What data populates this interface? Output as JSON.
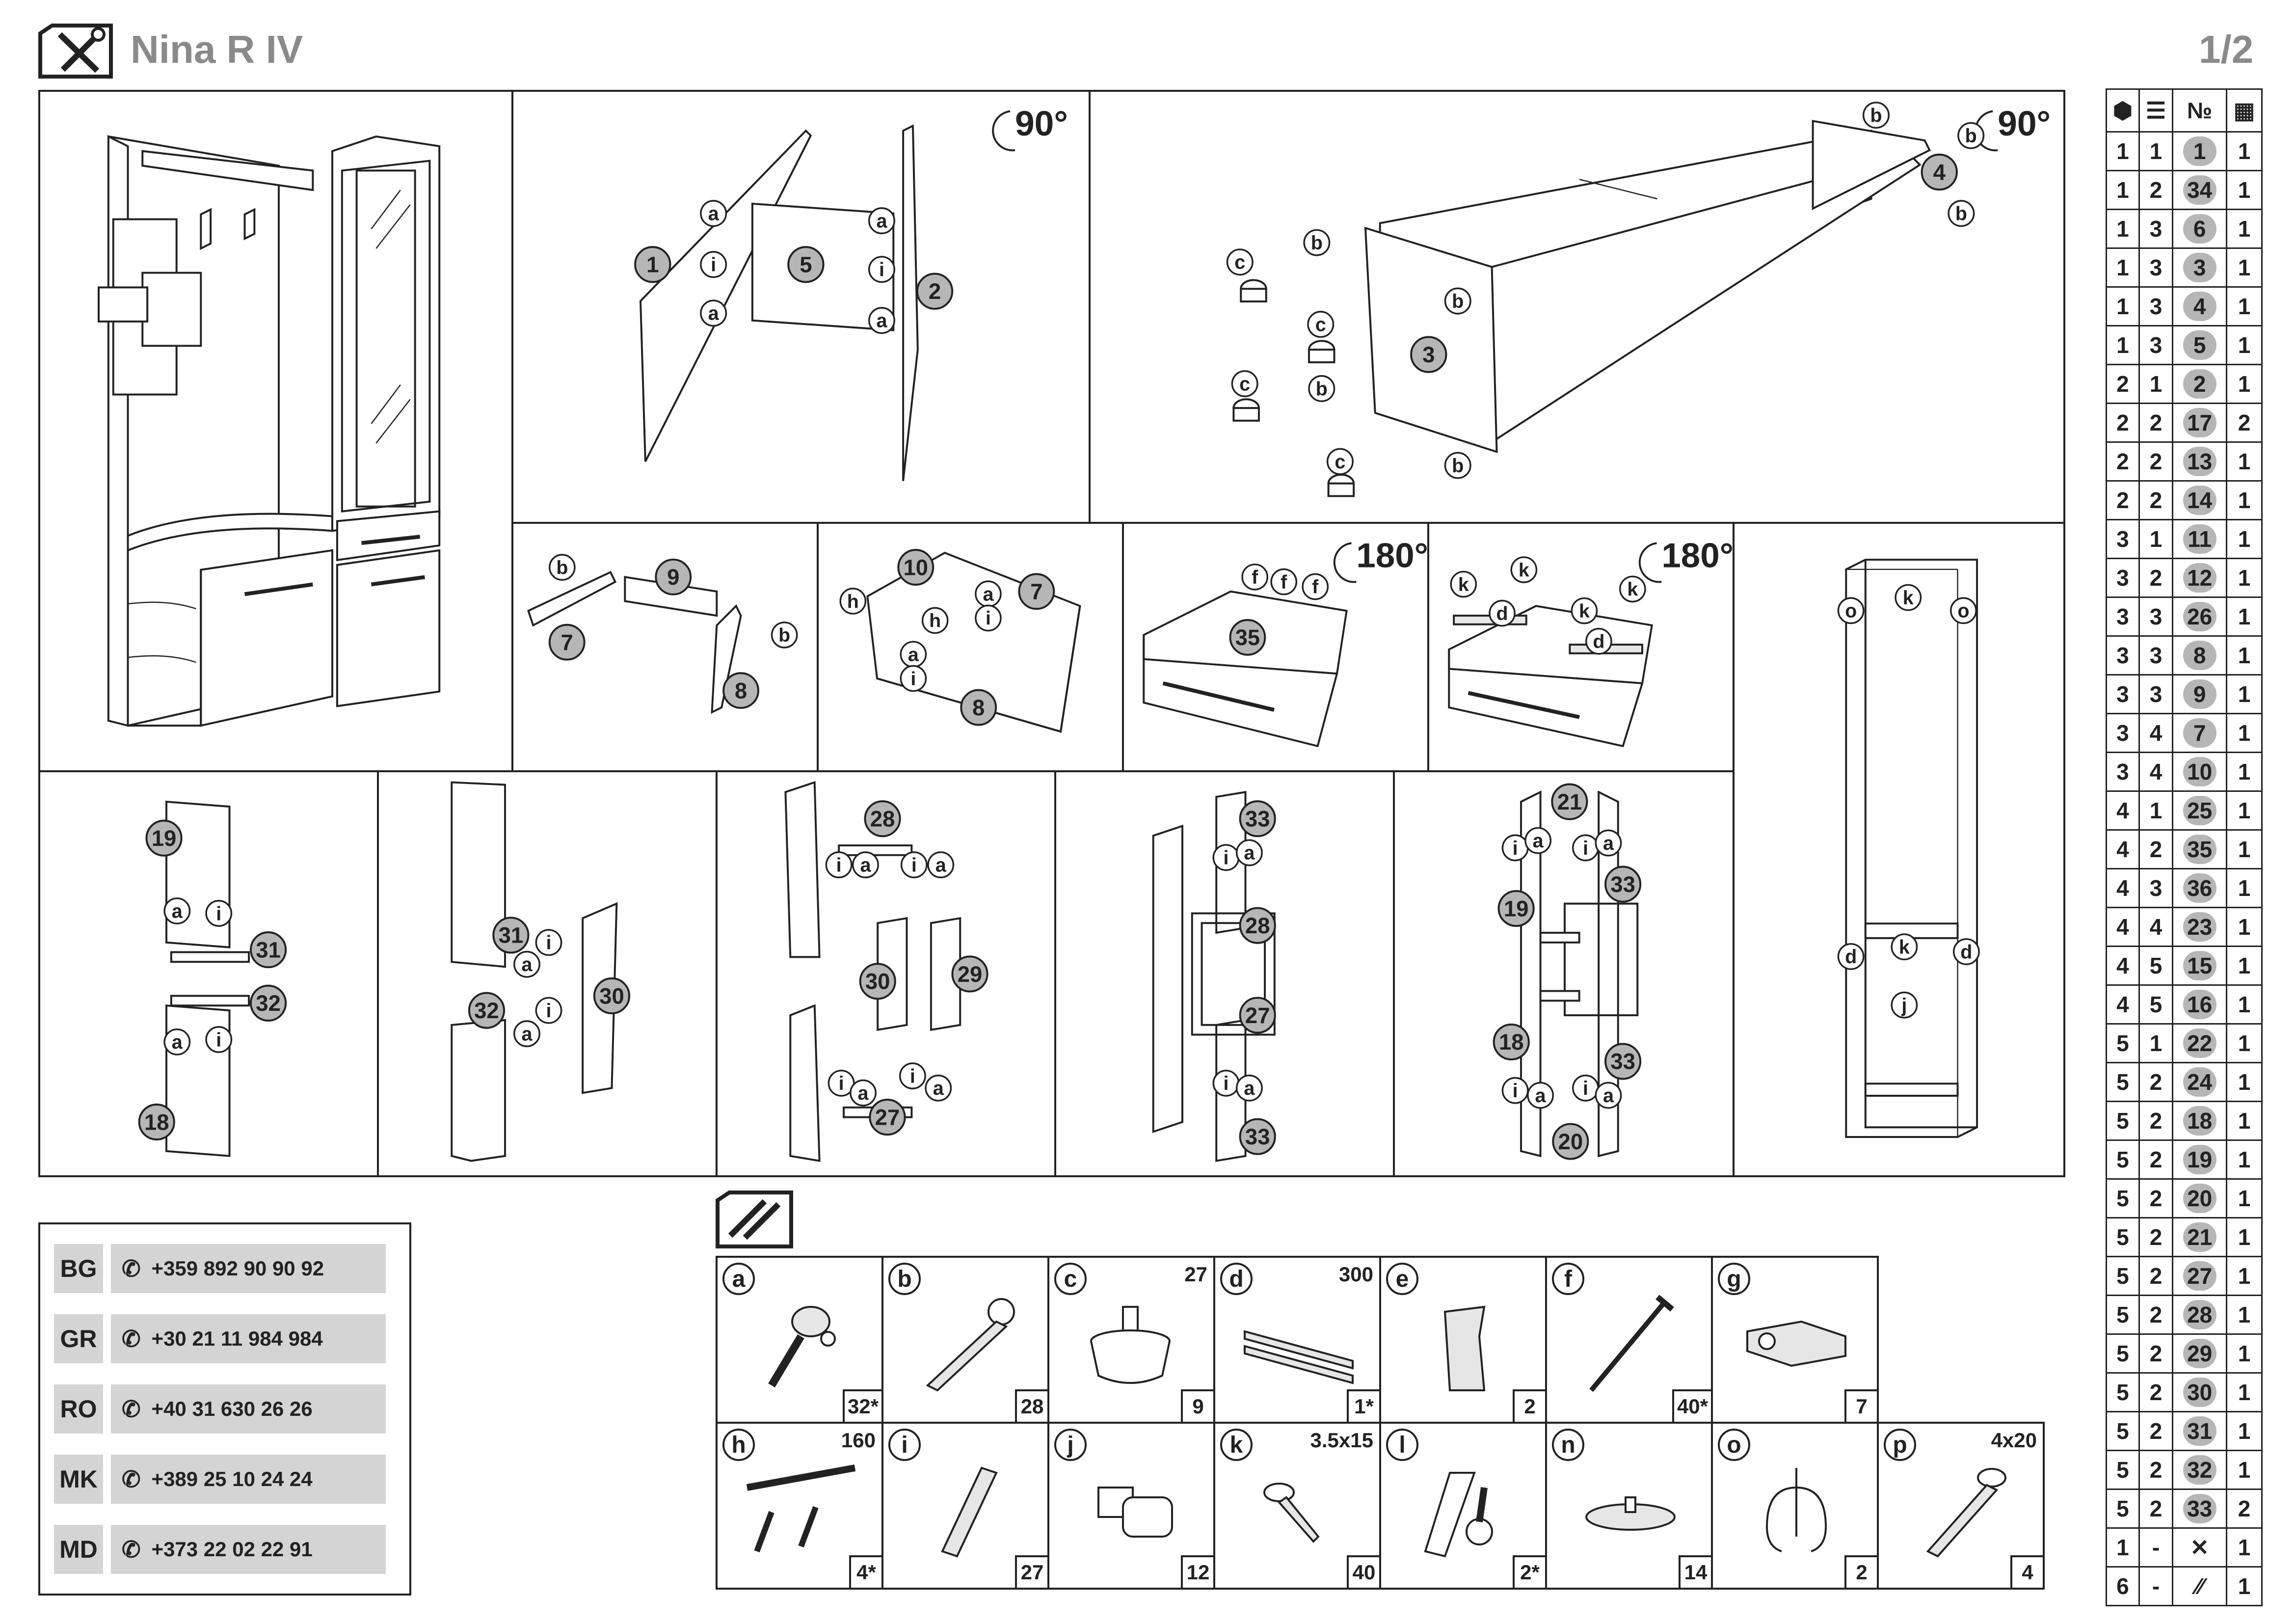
{
  "header": {
    "title": "Nina R IV",
    "page": "1/2"
  },
  "steps": {
    "s2": {
      "rotation": "90°",
      "parts": [
        "1",
        "5",
        "2"
      ],
      "hw": [
        "a",
        "i",
        "a",
        "a",
        "i",
        "a"
      ]
    },
    "s3": {
      "rotation": "90°",
      "parts": [
        "3",
        "4"
      ],
      "hw": [
        "b",
        "b",
        "b",
        "b",
        "b",
        "b",
        "b",
        "c",
        "c",
        "c",
        "c"
      ]
    },
    "s4": {
      "parts": [
        "9",
        "7",
        "8"
      ],
      "hw": [
        "b",
        "b"
      ]
    },
    "s5": {
      "parts": [
        "10",
        "7",
        "8"
      ],
      "hw": [
        "h",
        "h",
        "a",
        "i",
        "a",
        "i"
      ]
    },
    "s6": {
      "rotation": "180°",
      "parts": [
        "35"
      ],
      "hw": [
        "f",
        "f",
        "f"
      ]
    },
    "s7": {
      "rotation": "180°",
      "hw": [
        "k",
        "k",
        "k",
        "k",
        "d",
        "d"
      ]
    },
    "s8": {
      "parts": [
        "19",
        "31",
        "32",
        "18"
      ],
      "hw": [
        "a",
        "i",
        "a",
        "i"
      ]
    },
    "s9": {
      "parts": [
        "31",
        "30",
        "32"
      ],
      "hw": [
        "i",
        "a",
        "i",
        "a"
      ]
    },
    "s10": {
      "parts": [
        "28",
        "30",
        "29",
        "27"
      ],
      "hw": [
        "i",
        "a",
        "i",
        "a",
        "i",
        "a",
        "i",
        "a"
      ]
    },
    "s11": {
      "parts": [
        "33",
        "28",
        "27",
        "33"
      ],
      "hw": [
        "i",
        "a",
        "i",
        "a"
      ]
    },
    "s12": {
      "parts": [
        "21",
        "19",
        "33",
        "18",
        "33",
        "20"
      ],
      "hw": [
        "i",
        "a",
        "i",
        "a",
        "i",
        "a",
        "i",
        "a"
      ]
    },
    "s13": {
      "hw": [
        "o",
        "k",
        "o",
        "d",
        "k",
        "d",
        "j"
      ]
    }
  },
  "contacts": [
    {
      "code": "BG",
      "phone": "+359 892 90 90 92"
    },
    {
      "code": "GR",
      "phone": "+30 21 11 984 984"
    },
    {
      "code": "RO",
      "phone": "+40 31 630 26 26"
    },
    {
      "code": "MK",
      "phone": "+389 25 10 24 24"
    },
    {
      "code": "MD",
      "phone": "+373 22 02 22 91"
    }
  ],
  "hardware": [
    {
      "letter": "a",
      "spec": "",
      "qty": "32*"
    },
    {
      "letter": "b",
      "spec": "",
      "qty": "28"
    },
    {
      "letter": "c",
      "spec": "27",
      "qty": "9"
    },
    {
      "letter": "d",
      "spec": "300",
      "qty": "1*"
    },
    {
      "letter": "e",
      "spec": "",
      "qty": "2"
    },
    {
      "letter": "f",
      "spec": "",
      "qty": "40*"
    },
    {
      "letter": "g",
      "spec": "",
      "qty": "7"
    },
    {
      "letter": "h",
      "spec": "160",
      "qty": "4*"
    },
    {
      "letter": "i",
      "spec": "",
      "qty": "27"
    },
    {
      "letter": "j",
      "spec": "",
      "qty": "12"
    },
    {
      "letter": "k",
      "spec": "3.5x15",
      "qty": "40"
    },
    {
      "letter": "l",
      "spec": "",
      "qty": "2*"
    },
    {
      "letter": "n",
      "spec": "",
      "qty": "14"
    },
    {
      "letter": "o",
      "spec": "",
      "qty": "2"
    },
    {
      "letter": "p",
      "spec": "4x20",
      "qty": "4"
    }
  ],
  "parts_table": {
    "header_icons": [
      "package-icon",
      "stack-icon",
      "number-sign",
      "quantity-icon"
    ],
    "header_no": "№",
    "rows": [
      [
        "1",
        "1",
        "1",
        "1"
      ],
      [
        "1",
        "2",
        "34",
        "1"
      ],
      [
        "1",
        "3",
        "6",
        "1"
      ],
      [
        "1",
        "3",
        "3",
        "1"
      ],
      [
        "1",
        "3",
        "4",
        "1"
      ],
      [
        "1",
        "3",
        "5",
        "1"
      ],
      [
        "2",
        "1",
        "2",
        "1"
      ],
      [
        "2",
        "2",
        "17",
        "2"
      ],
      [
        "2",
        "2",
        "13",
        "1"
      ],
      [
        "2",
        "2",
        "14",
        "1"
      ],
      [
        "3",
        "1",
        "11",
        "1"
      ],
      [
        "3",
        "2",
        "12",
        "1"
      ],
      [
        "3",
        "3",
        "26",
        "1"
      ],
      [
        "3",
        "3",
        "8",
        "1"
      ],
      [
        "3",
        "3",
        "9",
        "1"
      ],
      [
        "3",
        "4",
        "7",
        "1"
      ],
      [
        "3",
        "4",
        "10",
        "1"
      ],
      [
        "4",
        "1",
        "25",
        "1"
      ],
      [
        "4",
        "2",
        "35",
        "1"
      ],
      [
        "4",
        "3",
        "36",
        "1"
      ],
      [
        "4",
        "4",
        "23",
        "1"
      ],
      [
        "4",
        "5",
        "15",
        "1"
      ],
      [
        "4",
        "5",
        "16",
        "1"
      ],
      [
        "5",
        "1",
        "22",
        "1"
      ],
      [
        "5",
        "2",
        "24",
        "1"
      ],
      [
        "5",
        "2",
        "18",
        "1"
      ],
      [
        "5",
        "2",
        "19",
        "1"
      ],
      [
        "5",
        "2",
        "20",
        "1"
      ],
      [
        "5",
        "2",
        "21",
        "1"
      ],
      [
        "5",
        "2",
        "27",
        "1"
      ],
      [
        "5",
        "2",
        "28",
        "1"
      ],
      [
        "5",
        "2",
        "29",
        "1"
      ],
      [
        "5",
        "2",
        "30",
        "1"
      ],
      [
        "5",
        "2",
        "31",
        "1"
      ],
      [
        "5",
        "2",
        "32",
        "1"
      ],
      [
        "5",
        "2",
        "33",
        "2"
      ],
      [
        "1",
        "-",
        "tools-icon",
        "1"
      ],
      [
        "6",
        "-",
        "pencils-icon",
        "1"
      ]
    ]
  }
}
